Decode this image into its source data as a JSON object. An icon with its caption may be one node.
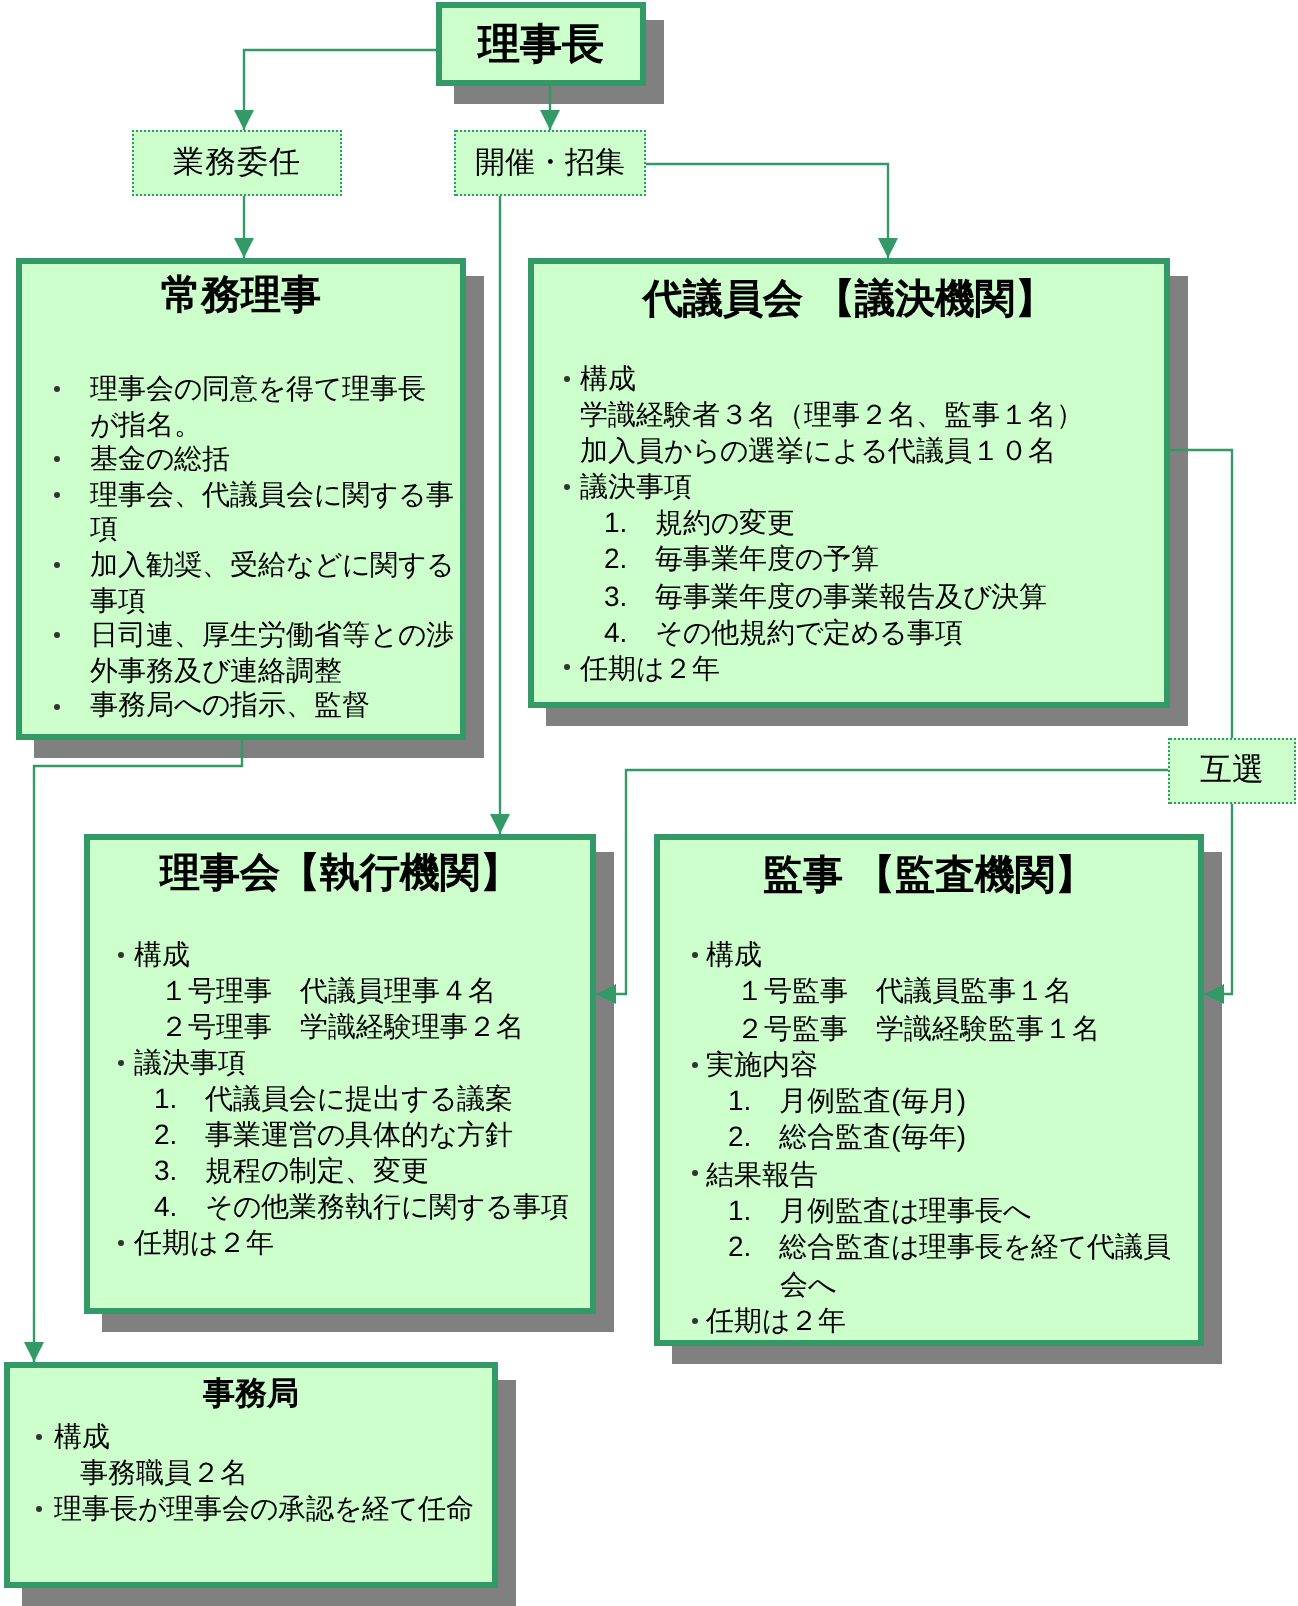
{
  "diagram": {
    "nodes": [
      {
        "text": [
          "理事長"
        ]
      },
      {
        "text": [
          "業務委任"
        ]
      },
      {
        "text": [
          "開催・招集"
        ]
      },
      {
        "text": [
          "常務理事",
          "理事会の同意を得て理事長が指名。",
          "基金の総括",
          "理事会、代議員会に関する事項",
          "加入勧奨、受給などに関する事項",
          "日司連、厚生労働省等との渉外事務及び連絡調整",
          "事務局への指示、監督"
        ]
      },
      {
        "text": [
          "代議員会 【議決機関】",
          "構成",
          "学識経験者３名（理事２名、監事１名）",
          "加入員からの選挙による代議員１０名",
          "議決事項",
          "1.　規約の変更",
          "2.　毎事業年度の予算",
          "3.　毎事業年度の事業報告及び決算",
          "4.　その他規約で定める事項",
          "任期は２年"
        ]
      },
      {
        "text": [
          "互選"
        ]
      },
      {
        "text": [
          "理事会【執行機関】",
          "構成",
          "１号理事　代議員理事４名",
          "２号理事　学識経験理事２名",
          "議決事項",
          "1.　代議員会に提出する議案",
          "2.　事業運営の具体的な方針",
          "3.　規程の制定、変更",
          "4.　その他業務執行に関する事項",
          "任期は２年"
        ]
      },
      {
        "text": [
          "監事 【監査機関】",
          "構成",
          "１号監事　代議員監事１名",
          "２号監事　学識経験監事１名",
          "実施内容",
          "1.　月例監査(毎月)",
          "2.　総合監査(毎年)",
          "結果報告",
          "1.　月例監査は理事長へ",
          "2.　総合監査は理事長を経て代議員会へ",
          "任期は２年"
        ]
      },
      {
        "text": [
          "事務局",
          "構成",
          "事務職員２名",
          "理事長が理事会の承認を経て任命"
        ]
      }
    ],
    "edges": [
      {
        "from": 0,
        "to": 1,
        "arrow": "to"
      },
      {
        "from": 0,
        "to": 2,
        "arrow": "to"
      },
      {
        "from": 1,
        "to": 3,
        "arrow": "to"
      },
      {
        "from": 2,
        "to": 4,
        "arrow": "to"
      },
      {
        "from": 2,
        "to": 6,
        "arrow": "to"
      },
      {
        "from": 3,
        "to": 8,
        "arrow": "to"
      },
      {
        "from": 4,
        "to": 5,
        "arrow": "none"
      },
      {
        "from": 5,
        "to": 6,
        "arrow": "to"
      },
      {
        "from": 5,
        "to": 7,
        "arrow": "to"
      }
    ]
  }
}
